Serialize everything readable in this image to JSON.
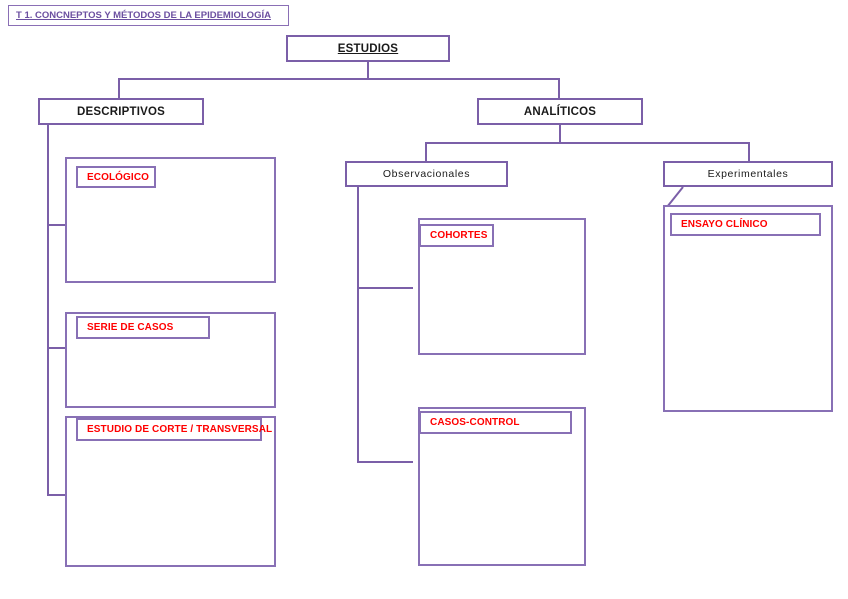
{
  "page": {
    "title_chip": "T 1. CONCNEPTOS Y MÉTODOS DE LA EPIDEMIOLOGÍA",
    "colors": {
      "border_purple": "#7b5fa8",
      "tag_border_purple": "#8870b5",
      "tag_text_red": "#ff0000",
      "title_text_purple": "#6b4fa0",
      "node_text": "#1a1a1a",
      "background": "#ffffff"
    }
  },
  "diagram": {
    "root": {
      "label": "ESTUDIOS"
    },
    "level1": [
      {
        "label": "DESCRIPTIVOS"
      },
      {
        "label": "ANALÍTICOS"
      }
    ],
    "level2": [
      {
        "label": "Observacionales"
      },
      {
        "label": "Experimentales"
      }
    ],
    "leaves": [
      {
        "label": "ECOLÓGICO",
        "parent": "DESCRIPTIVOS"
      },
      {
        "label": "SERIE DE CASOS",
        "parent": "DESCRIPTIVOS"
      },
      {
        "label": "ESTUDIO DE CORTE / TRANSVERSAL",
        "parent": "DESCRIPTIVOS"
      },
      {
        "label": "COHORTES",
        "parent": "Observacionales"
      },
      {
        "label": "CASOS-CONTROL",
        "parent": "Observacionales"
      },
      {
        "label": "ENSAYO CLÍNICO",
        "parent": "Experimentales"
      }
    ]
  }
}
